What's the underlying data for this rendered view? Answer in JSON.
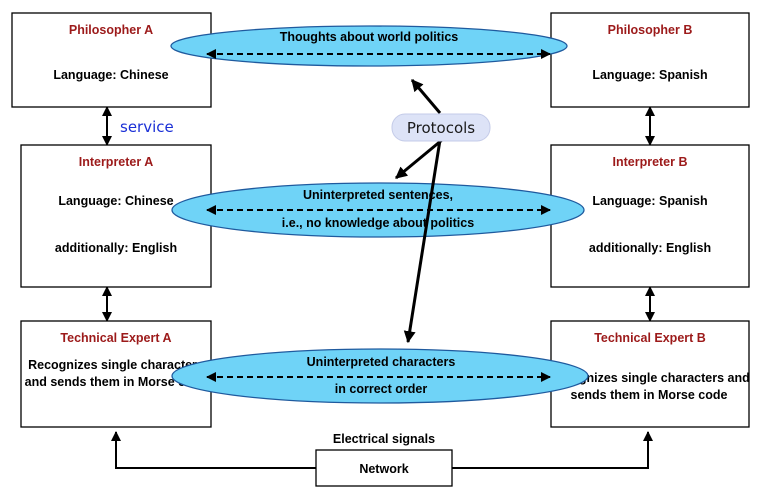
{
  "philosopher_a": {
    "title": "Philosopher A",
    "language": "Language: Chinese"
  },
  "philosopher_b": {
    "title": "Philosopher B",
    "language": "Language: Spanish"
  },
  "interpreter_a": {
    "title": "Interpreter A",
    "language": "Language: Chinese",
    "extra": "additionally: English"
  },
  "interpreter_b": {
    "title": "Interpreter B",
    "language": "Language: Spanish",
    "extra": "additionally: English"
  },
  "expert_a": {
    "title": "Technical Expert A",
    "line1": "Recognizes single characters",
    "line2": "and sends them in Morse code"
  },
  "expert_b": {
    "title": "Technical Expert B",
    "line1": "Recognizes single characters and",
    "line2": "sends them in Morse code"
  },
  "protocol_top": {
    "label": "Thoughts about world politics"
  },
  "protocol_mid": {
    "line1": "Uninterpreted sentences,",
    "line2": "i.e., no knowledge about politics"
  },
  "protocol_bot": {
    "line1": "Uninterpreted characters",
    "line2": "in correct order"
  },
  "service_label": "service",
  "protocols_label": "Protocols",
  "network": {
    "label": "Network",
    "signals": "Electrical signals"
  },
  "colors": {
    "ellipse_fill": "#6fd3f7",
    "title_red": "#9c1a1a",
    "service_blue": "#1a2fd6",
    "pill_fill": "#dde3f7"
  }
}
